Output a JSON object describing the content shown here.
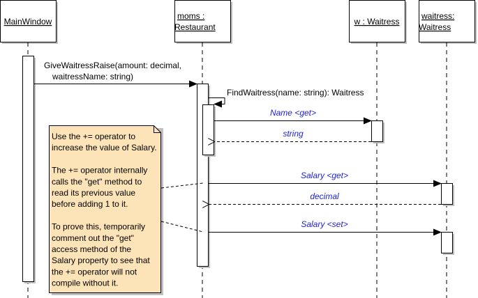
{
  "lifelines": [
    {
      "id": "mainwindow",
      "lines": [
        "MainWindow"
      ]
    },
    {
      "id": "moms",
      "lines": [
        "moms :",
        "Restaurant"
      ]
    },
    {
      "id": "w",
      "lines": [
        "w : Waitress"
      ]
    },
    {
      "id": "waitress",
      "lines": [
        "waitress:",
        "Waitress"
      ]
    }
  ],
  "messages": [
    {
      "id": "give-waitress-raise",
      "lines": [
        "GiveWaitressRaise(amount: decimal,",
        "waitressName: string)"
      ],
      "kind": "sync",
      "style": "plain"
    },
    {
      "id": "find-waitress",
      "lines": [
        "FindWaitress(name: string): Waitress"
      ],
      "kind": "self",
      "style": "plain"
    },
    {
      "id": "name-get",
      "lines": [
        "Name <get>"
      ],
      "kind": "sync",
      "style": "property"
    },
    {
      "id": "string-return",
      "lines": [
        "string"
      ],
      "kind": "return",
      "style": "property"
    },
    {
      "id": "salary-get",
      "lines": [
        "Salary <get>"
      ],
      "kind": "sync",
      "style": "property"
    },
    {
      "id": "decimal-return",
      "lines": [
        "decimal"
      ],
      "kind": "return",
      "style": "property"
    },
    {
      "id": "salary-set",
      "lines": [
        "Salary <set>"
      ],
      "kind": "sync",
      "style": "property"
    }
  ],
  "note": {
    "lines": [
      "Use the += operator to",
      "increase the value of Salary.",
      "",
      "The += operator internally",
      "calls the \"get\" method to",
      "read its previous value",
      "before adding 1 to it.",
      "",
      "To prove this, temporarily",
      "comment out the \"get\"",
      "access method of the",
      "Salary property to see that",
      "the += operator will not",
      "compile without it."
    ]
  },
  "colors": {
    "note_fill": "#fde3b8",
    "property_text": "#1f1fd6",
    "shadow": "#c0c0c0"
  }
}
